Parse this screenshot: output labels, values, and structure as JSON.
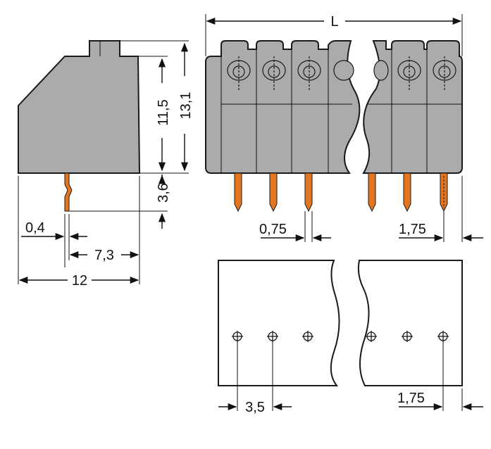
{
  "colors": {
    "housing_fill": "#a9abad",
    "housing_stroke": "#1a1a1a",
    "pin_fill": "#e4761f",
    "line": "#111111",
    "background": "#ffffff"
  },
  "dimensions": {
    "length_label": "L",
    "height_11_5": "11,5",
    "height_13_1": "13,1",
    "pin_length": "3,6",
    "pin_thickness": "0,4",
    "pin_offset": "7,3",
    "depth": "12",
    "pin_width": "0,75",
    "pitch_front": "1,75",
    "hole_pitch": "3,5",
    "hole_offset": "1,75"
  }
}
